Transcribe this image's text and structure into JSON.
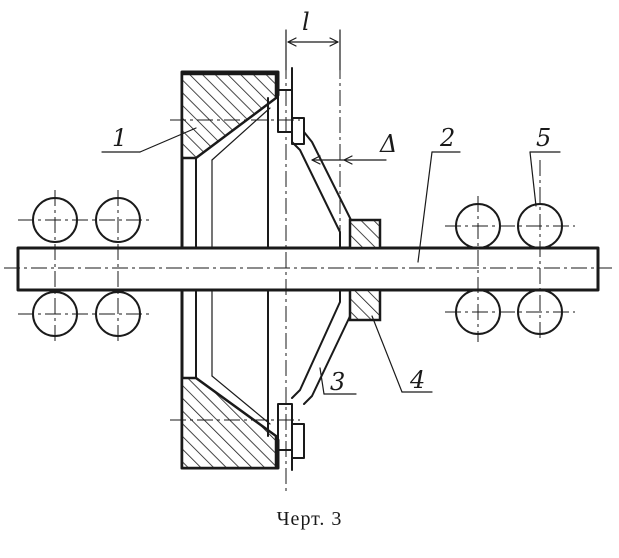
{
  "figure": {
    "caption": "Черт. 3"
  },
  "labels": {
    "part1": "1",
    "part2": "2",
    "part3": "3",
    "part4": "4",
    "part5": "5",
    "dim_l": "l",
    "dim_delta": "Δ"
  }
}
